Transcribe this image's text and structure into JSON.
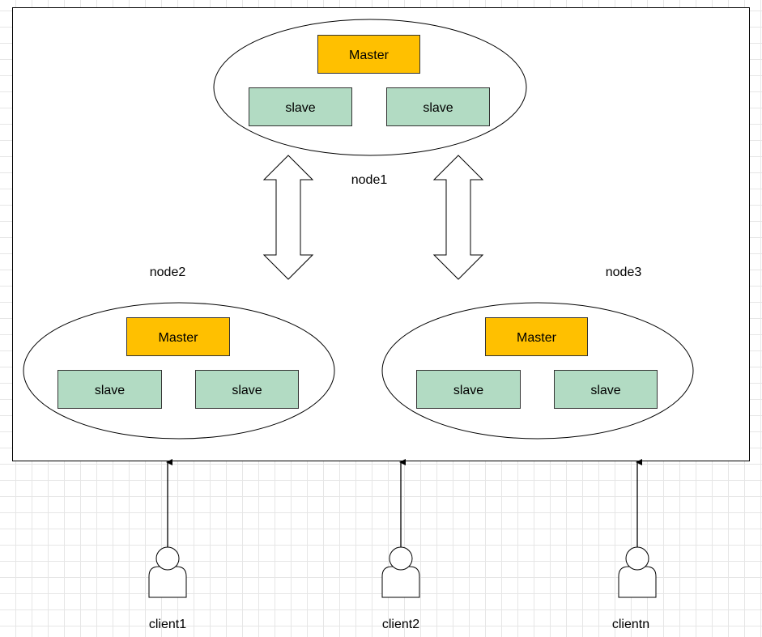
{
  "colors": {
    "master_fill": "#FFC000",
    "slave_fill": "#B2DBC3",
    "border": "#333333"
  },
  "nodes": {
    "node1": {
      "label": "node1",
      "master": "Master",
      "slaves": [
        "slave",
        "slave"
      ]
    },
    "node2": {
      "label": "node2",
      "master": "Master",
      "slaves": [
        "slave",
        "slave"
      ]
    },
    "node3": {
      "label": "node3",
      "master": "Master",
      "slaves": [
        "slave",
        "slave"
      ]
    }
  },
  "clients": [
    {
      "label": "client1",
      "icon": "user-icon"
    },
    {
      "label": "client2",
      "icon": "user-icon"
    },
    {
      "label": "clientn",
      "icon": "user-icon"
    }
  ],
  "links": [
    {
      "type": "double-arrow",
      "between": [
        "node1",
        "node2"
      ]
    },
    {
      "type": "double-arrow",
      "between": [
        "node1",
        "node3"
      ]
    }
  ]
}
